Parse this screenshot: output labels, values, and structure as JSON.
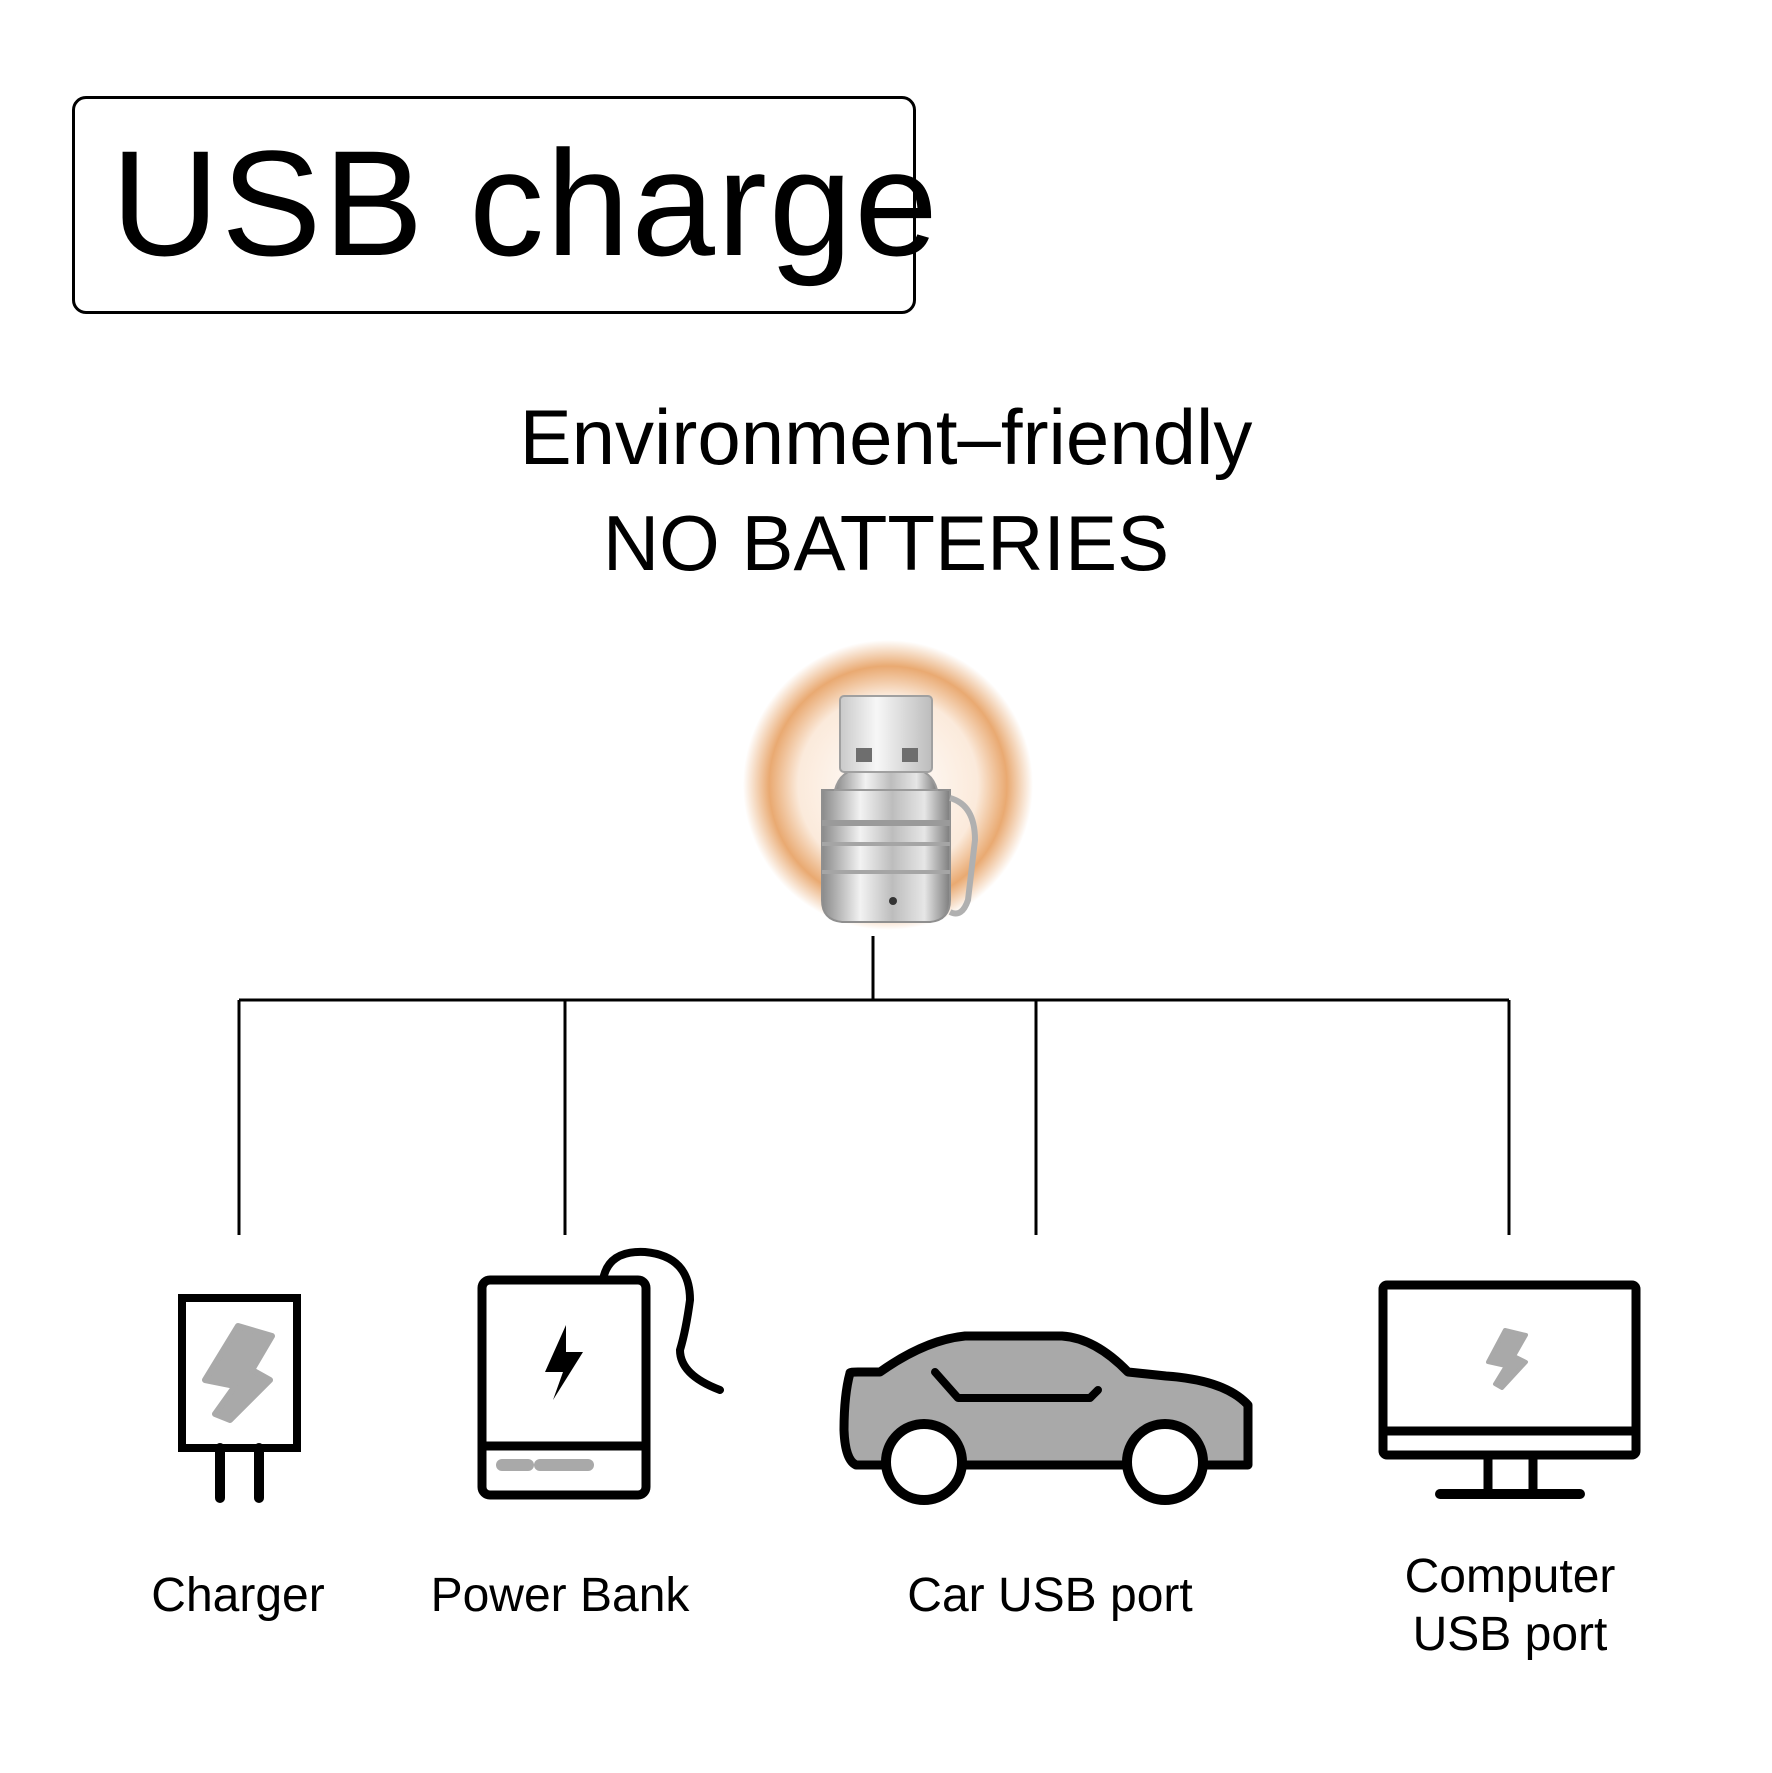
{
  "title": "USB charge",
  "subtitle": {
    "line1": "Environment–friendly",
    "line2": "NO BATTERIES"
  },
  "colors": {
    "glow": "#e8a56a",
    "icon_fill": "#a9a9a9",
    "stroke": "#000000"
  },
  "center_device": {
    "icon": "usb-plug-icon"
  },
  "sources": [
    {
      "label": "Charger",
      "icon": "wall-charger-icon"
    },
    {
      "label": "Power Bank",
      "icon": "power-bank-icon"
    },
    {
      "label": "Car USB port",
      "icon": "car-icon"
    },
    {
      "label_lines": [
        "Computer",
        "USB port"
      ],
      "icon": "computer-monitor-icon"
    }
  ]
}
